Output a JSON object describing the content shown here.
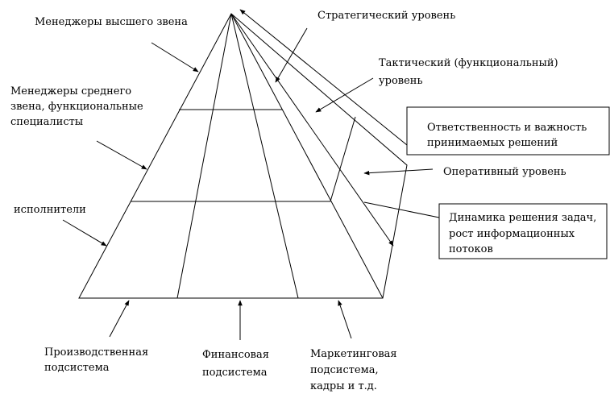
{
  "labels": {
    "top_managers": "Менеджеры высшего звена",
    "middle_managers": [
      "Менеджеры среднего",
      "звена, функциональные",
      "специалисты"
    ],
    "executors": "исполнители",
    "strategic_level": "Стратегический уровень",
    "tactical_level": [
      "Тактический (функциональный)",
      "уровень"
    ],
    "responsibility": [
      "Ответственность и важность",
      "принимаемых решений"
    ],
    "operational_level": "Оперативный уровень",
    "dynamics": [
      "Динамика решения задач,",
      "рост информационных",
      "потоков"
    ],
    "production_subsystem": [
      "Производственная",
      "подсистема"
    ],
    "finance_subsystem": [
      "Финансовая",
      "подсистема"
    ],
    "marketing_subsystem": [
      "Маркетинговая",
      "подсистема,",
      "кадры и т.д."
    ]
  },
  "colors": {
    "line": "#000000",
    "background": "#ffffff"
  }
}
